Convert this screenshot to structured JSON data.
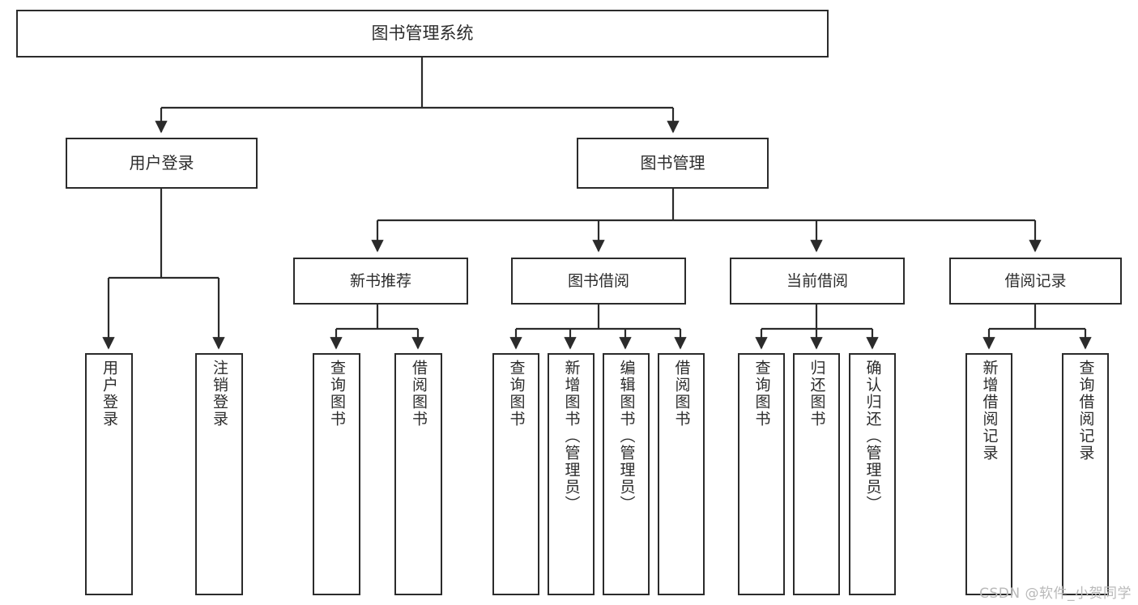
{
  "diagram": {
    "title": "图书管理系统",
    "watermark": "CSDN @软件_小贺同学",
    "colors": {
      "box_border": "#2b2b2b",
      "box_fill": "#ffffff",
      "text": "#2c2c2c",
      "edge": "#2b2b2b",
      "watermark": "#b9b9b9",
      "background": "#ffffff"
    },
    "root": {
      "label": "图书管理系统"
    },
    "level1": [
      {
        "label": "用户登录"
      },
      {
        "label": "图书管理"
      }
    ],
    "level2": [
      {
        "label": "新书推荐"
      },
      {
        "label": "图书借阅"
      },
      {
        "label": "当前借阅"
      },
      {
        "label": "借阅记录"
      }
    ],
    "leaves": {
      "user_login": [
        {
          "label": "用户登录"
        },
        {
          "label": "注销登录"
        }
      ],
      "new_book_recommend": [
        {
          "label": "查询图书"
        },
        {
          "label": "借阅图书"
        }
      ],
      "book_borrow": [
        {
          "label": "查询图书"
        },
        {
          "label": "新增图书（管理员）"
        },
        {
          "label": "编辑图书（管理员）"
        },
        {
          "label": "借阅图书"
        }
      ],
      "current_borrow": [
        {
          "label": "查询图书"
        },
        {
          "label": "归还图书"
        },
        {
          "label": "确认归还（管理员）"
        }
      ],
      "borrow_record": [
        {
          "label": "新增借阅记录"
        },
        {
          "label": "查询借阅记录"
        }
      ]
    }
  }
}
